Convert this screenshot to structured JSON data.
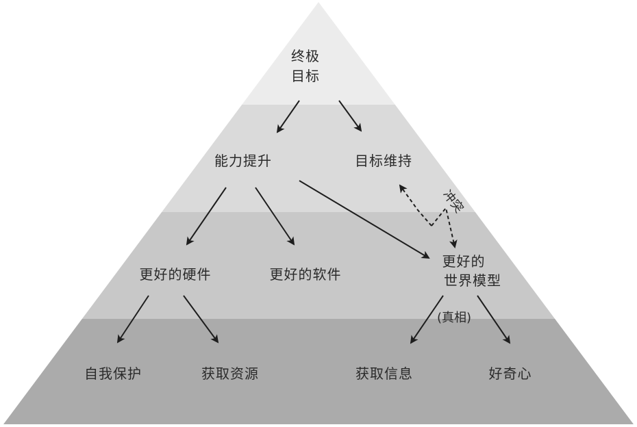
{
  "colors": {
    "band_top": "#ececec",
    "band_2": "#dadada",
    "band_3": "#c8c8c8",
    "band_bottom": "#ababab",
    "arrow": "#1e1e1e",
    "text": "#2a2a2a"
  },
  "nodes": {
    "ultimate_goal_line1": "终极",
    "ultimate_goal_line2": "目标",
    "capability_improvement": "能力提升",
    "goal_maintenance": "目标维持",
    "better_hardware": "更好的硬件",
    "better_software": "更好的软件",
    "better_world_model_line1": "更好的",
    "better_world_model_line2": "世界模型",
    "self_protection": "自我保护",
    "acquire_resources": "获取资源",
    "acquire_information": "获取信息",
    "curiosity": "好奇心"
  },
  "annotations": {
    "conflict": "冲突",
    "truth": "(真相)"
  }
}
